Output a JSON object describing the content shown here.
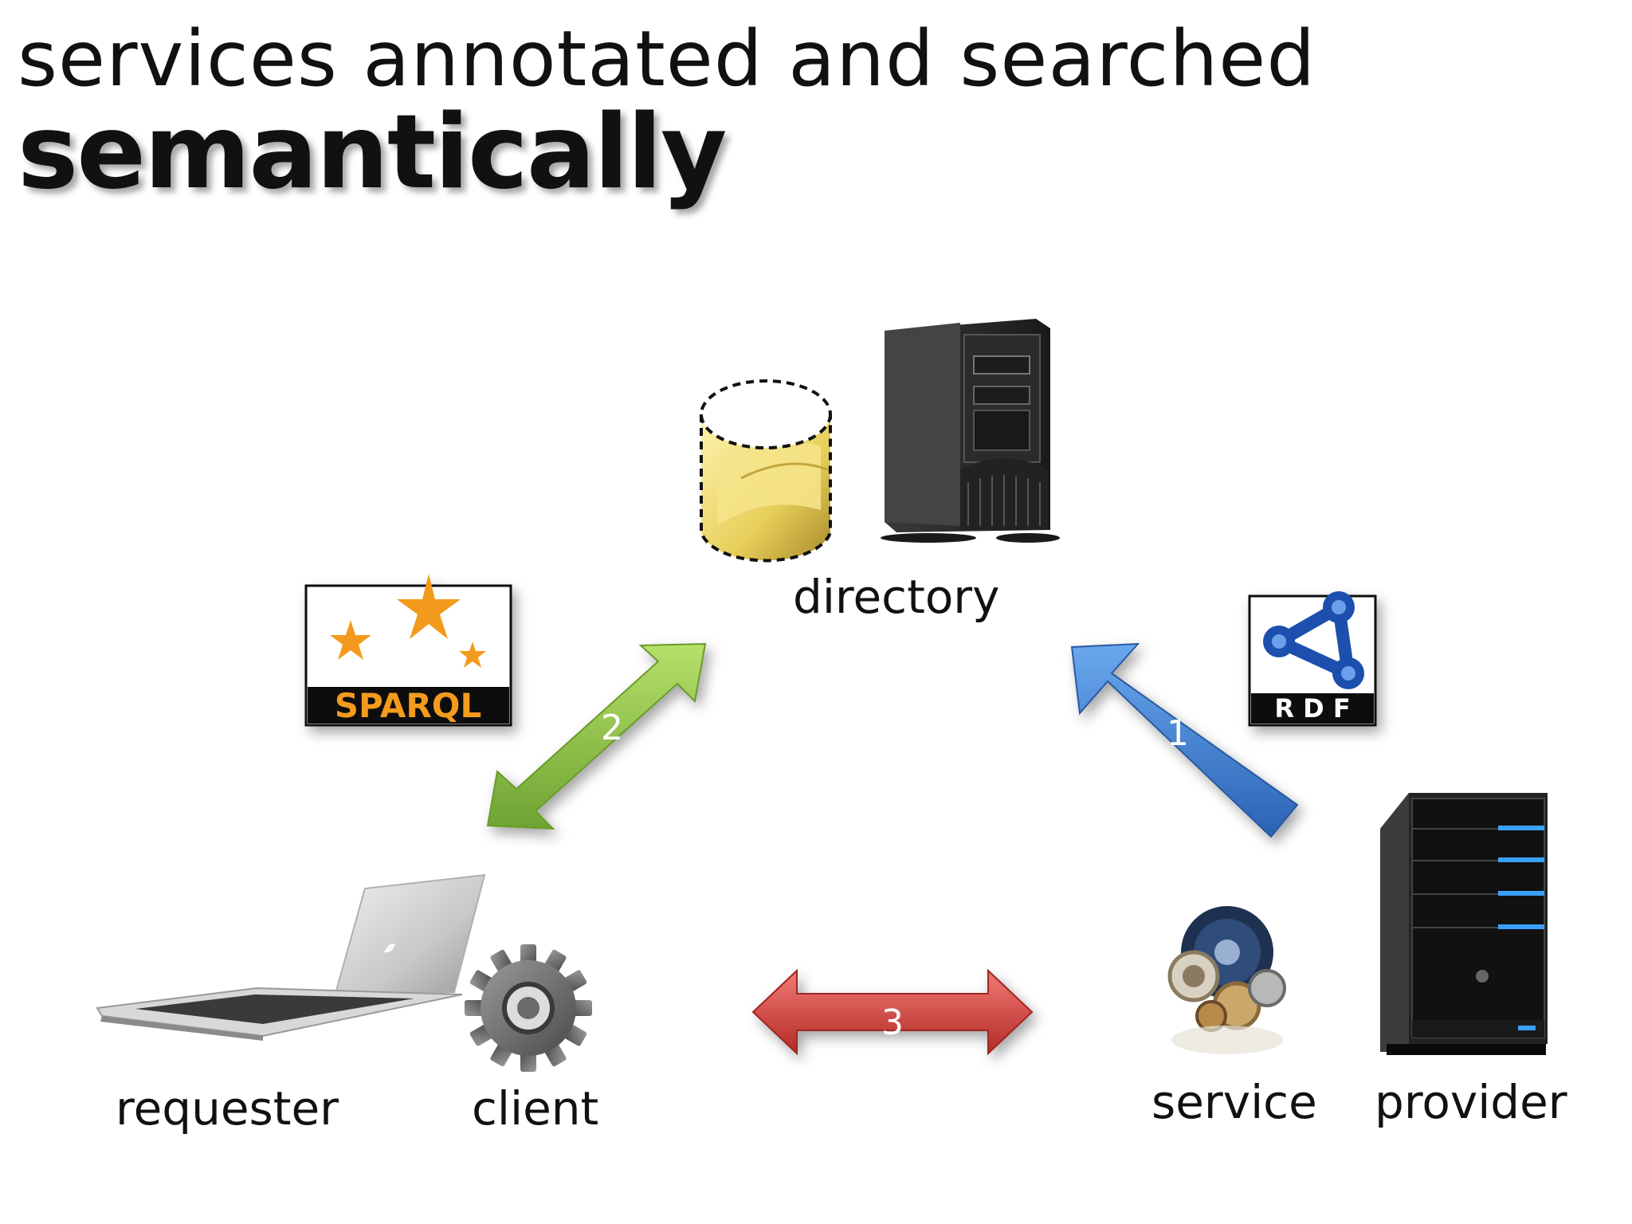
{
  "title": {
    "line1": "services annotated and searched",
    "line2": "semantically"
  },
  "labels": {
    "directory": "directory",
    "requester": "requester",
    "client": "client",
    "service": "service",
    "provider": "provider"
  },
  "logos": {
    "sparql": "SPARQL",
    "rdf": "R D F"
  },
  "arrows": {
    "step1": "1",
    "step2": "2",
    "step3": "3"
  },
  "colors": {
    "green_arrow": "#8cc63f",
    "blue_arrow": "#3a7fd0",
    "red_arrow": "#d93a36",
    "sparql_orange": "#f39a1f",
    "rdf_blue": "#1a4fae"
  }
}
